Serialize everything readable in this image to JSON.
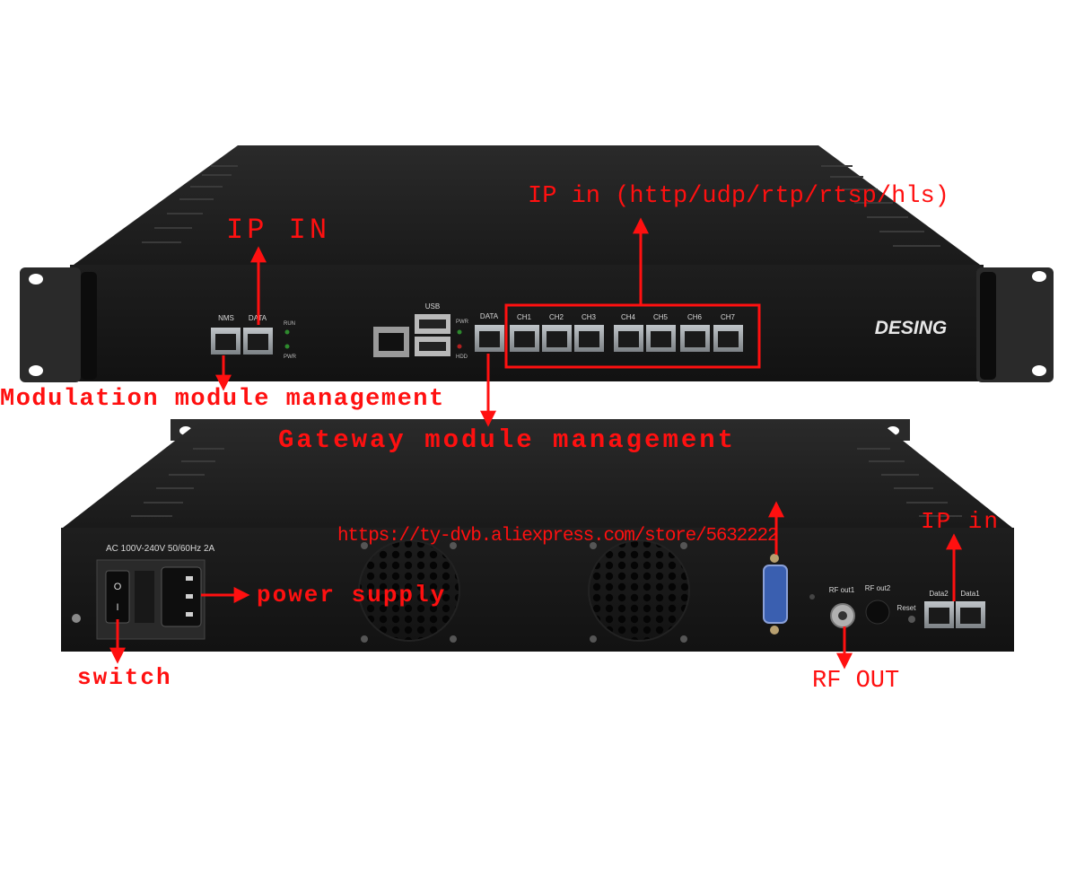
{
  "front_panel": {
    "brand_logo": "DESING",
    "ports": {
      "nms": "NMS",
      "data_left": "DATA",
      "data_gateway": "DATA",
      "channels": [
        "CH1",
        "CH2",
        "CH3",
        "CH4",
        "CH5",
        "CH6",
        "CH7"
      ]
    },
    "leds": {
      "run": "RUN",
      "pwr": "PWR",
      "pwr2": "PWR",
      "hdd": "HDD"
    },
    "usb_label": "USB"
  },
  "rear_panel": {
    "power_rating": "AC 100V-240V 50/60Hz 2A",
    "switch_off": "O",
    "switch_on": "I",
    "rf_out1": "RF out1",
    "rf_out2": "RF out2",
    "reset": "Reset",
    "data2": "Data2",
    "data1": "Data1"
  },
  "annotations": {
    "ip_in_front": "IP IN",
    "ip_in_channels": "IP in (http/udp/rtp/rtsp/hls)",
    "modulation_management": "Modulation module management",
    "gateway_management": "Gateway module management",
    "store_url": "https://ty-dvb.aliexpress.com/store/5632222",
    "power_supply": "power supply",
    "switch": "switch",
    "rf_out": "RF OUT",
    "ip_in_rear": "IP in"
  },
  "colors": {
    "annotation": "#ff1010",
    "chassis": "#1c1c1c",
    "panel": "#161616",
    "label": "#d8d8d8"
  }
}
